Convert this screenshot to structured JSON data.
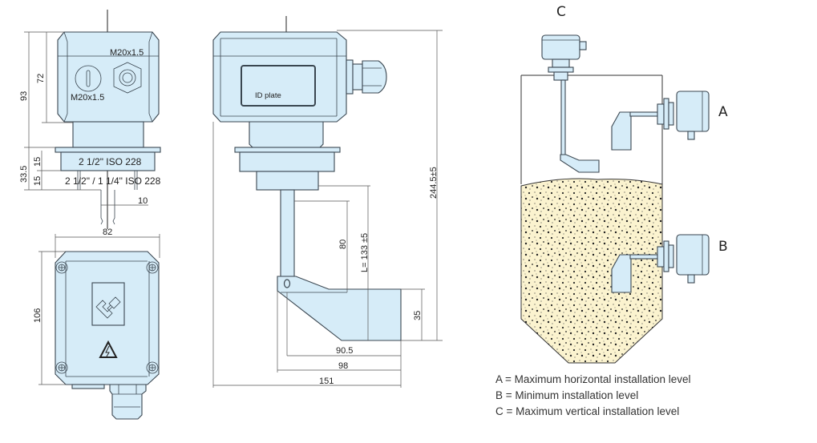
{
  "colors": {
    "device_body": "#d6ecf8",
    "outline": "#3a4650",
    "bulk_material": "#fbf3cf",
    "text": "#222222"
  },
  "front_view": {
    "thread_top_label": "M20x1.5",
    "thread_left_label": "M20x1.5",
    "dim_height_total": "93",
    "dim_height_housing": "72",
    "dim_flange_total": "33.5",
    "dim_flange_upper": "15",
    "dim_flange_lower": "15",
    "flange_upper_label": "2 1/2\" ISO 228",
    "flange_lower_label": "2 1/2\" / 1 1/4\" ISO 228",
    "dim_shaft": "10"
  },
  "top_view": {
    "dim_width": "82",
    "dim_height": "106",
    "logo_icon": "company-logo-icon",
    "warning_icon": "electric-hazard-icon"
  },
  "side_view": {
    "id_plate_label": "ID plate",
    "dim_total_length": "244.5±5",
    "dim_L": "L= 133 ±5",
    "dim_80": "80",
    "dim_35": "35",
    "dim_90_5": "90.5",
    "dim_98": "98",
    "dim_151": "151"
  },
  "installation": {
    "label_a": "A",
    "label_b": "B",
    "label_c": "C",
    "legend": [
      "A = Maximum horizontal installation level",
      "B = Minimum installation level",
      "C = Maximum vertical installation level"
    ]
  }
}
